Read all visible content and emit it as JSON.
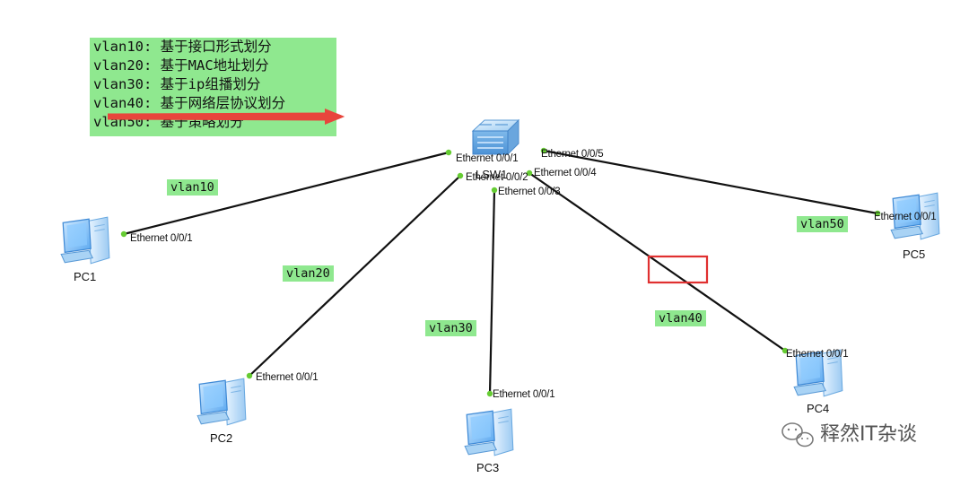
{
  "legend": {
    "lines": [
      "vlan10: 基于接口形式划分",
      "vlan20: 基于MAC地址划分",
      "vlan30: 基于ip组播划分",
      "vlan40: 基于网络层协议划分",
      "vlan50: 基于策略划分"
    ]
  },
  "switch": {
    "label": "LSW1"
  },
  "pcs": [
    {
      "label": "PC1",
      "port": "Ethernet 0/0/1",
      "vlan": "vlan10",
      "switch_port": "Ethernet 0/0/1"
    },
    {
      "label": "PC2",
      "port": "Ethernet 0/0/1",
      "vlan": "vlan20",
      "switch_port": "Ethernet 0/0/2"
    },
    {
      "label": "PC3",
      "port": "Ethernet 0/0/1",
      "vlan": "vlan30",
      "switch_port": "Ethernet 0/0/3"
    },
    {
      "label": "PC4",
      "port": "Ethernet 0/0/1",
      "vlan": "vlan40",
      "switch_port": "Ethernet 0/0/4"
    },
    {
      "label": "PC5",
      "port": "Ethernet 0/0/1",
      "vlan": "vlan50",
      "switch_port": "Ethernet 0/0/5"
    }
  ],
  "colors": {
    "link": "#111111",
    "port_dot": "#66cc33",
    "vlan_tag": "#8fe88f",
    "arrow": "#e8453c",
    "highlight_box": "#e03030"
  },
  "icons": {
    "switch": "network-switch-icon",
    "pc": "desktop-pc-icon",
    "watermark": "wechat-icon"
  },
  "watermark": {
    "text": "释然IT杂谈"
  }
}
